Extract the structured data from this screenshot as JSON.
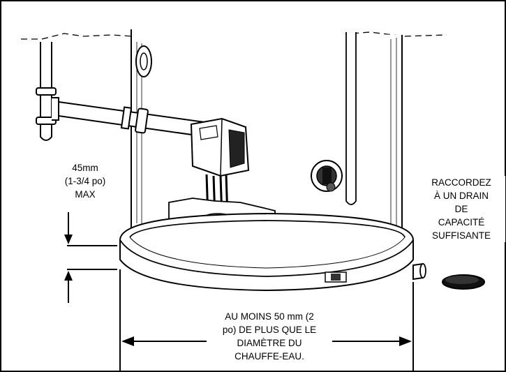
{
  "labels": {
    "clearance": {
      "lines": [
        "45mm",
        "(1-3/4 po)",
        "MAX"
      ]
    },
    "drain": {
      "lines": [
        "RACCORDEZ",
        "À UN DRAIN",
        "DE",
        "CAPACITÉ",
        "SUFFISANTE"
      ]
    },
    "pan_width": {
      "lines": [
        "AU MOINS 50 mm (2",
        "po) DE PLUS QUE LE",
        "DIAMÈTRE DU",
        "CHAUFFE-EAU."
      ]
    }
  },
  "colors": {
    "line": "#000000",
    "background": "#ffffff"
  }
}
